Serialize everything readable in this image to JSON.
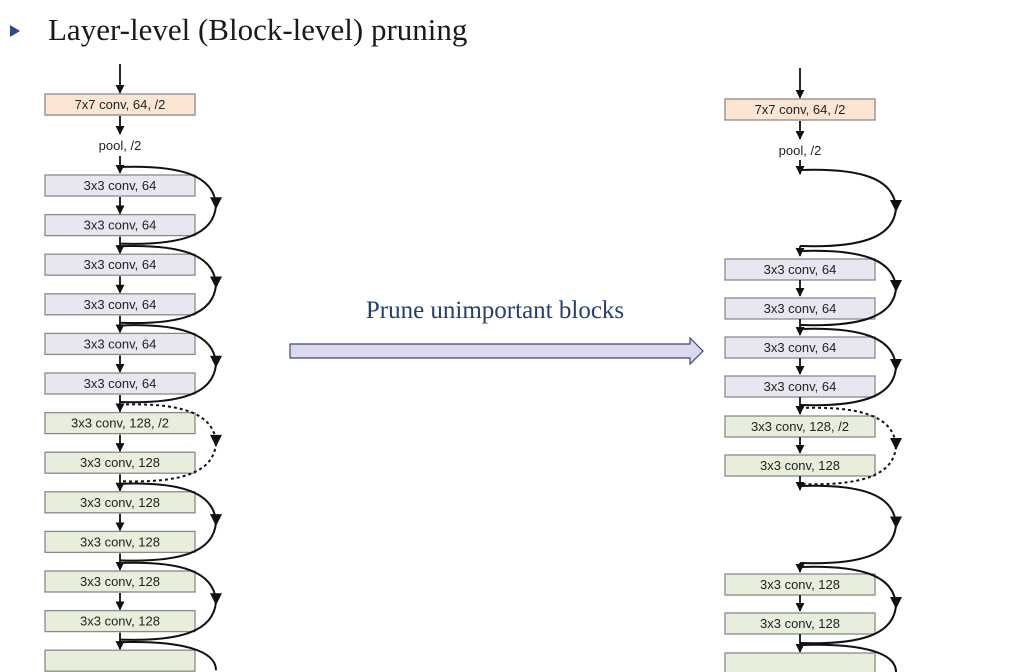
{
  "heading": {
    "text": "Layer-level (Block-level) pruning"
  },
  "arrow_caption": "Prune unimportant blocks",
  "colors": {
    "bullet": "#2d4b8c",
    "stem_fill": "#fde5d3",
    "conv64_fill": "#e8e7f1",
    "conv128_fill": "#e7eedc",
    "block_border": "#8a8a8a",
    "arrow_fill": "#dcd9ee",
    "arrow_stroke": "#3b4a78",
    "caption": "#25406e"
  },
  "original_network": {
    "stem": "7x7 conv, 64, /2",
    "pool": "pool, /2",
    "layers": [
      "3x3 conv, 64",
      "3x3 conv, 64",
      "3x3 conv, 64",
      "3x3 conv, 64",
      "3x3 conv, 64",
      "3x3 conv, 64",
      "3x3 conv, 128, /2",
      "3x3 conv, 128",
      "3x3 conv, 128",
      "3x3 conv, 128",
      "3x3 conv, 128",
      "3x3 conv, 128"
    ]
  },
  "pruned_network": {
    "stem": "7x7 conv, 64, /2",
    "pool": "pool, /2",
    "layers": [
      "3x3 conv, 64",
      "3x3 conv, 64",
      "3x3 conv, 64",
      "3x3 conv, 64",
      "3x3 conv, 128, /2",
      "3x3 conv, 128",
      "3x3 conv, 128",
      "3x3 conv, 128"
    ]
  }
}
